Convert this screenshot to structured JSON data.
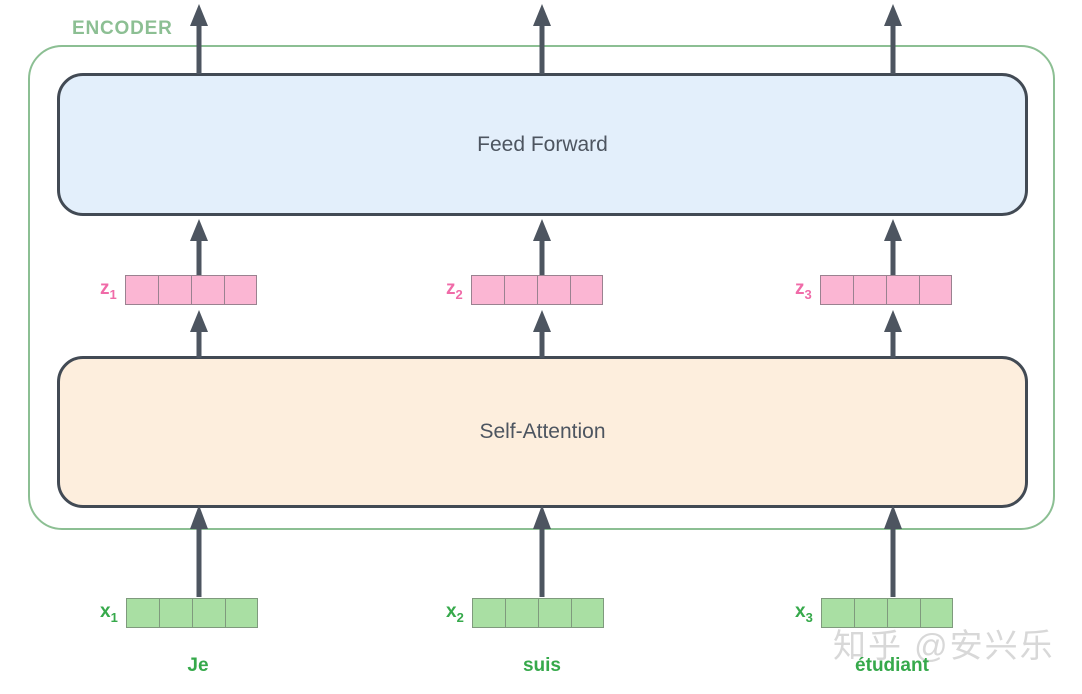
{
  "diagram": {
    "encoder_label": "ENCODER",
    "layers": {
      "feed_forward": "Feed Forward",
      "self_attention": "Self-Attention"
    },
    "z_vectors": [
      {
        "label": "z",
        "subscript": "1",
        "cells": 4
      },
      {
        "label": "z",
        "subscript": "2",
        "cells": 4
      },
      {
        "label": "z",
        "subscript": "3",
        "cells": 4
      }
    ],
    "x_vectors": [
      {
        "label": "x",
        "subscript": "1",
        "cells": 4
      },
      {
        "label": "x",
        "subscript": "2",
        "cells": 4
      },
      {
        "label": "x",
        "subscript": "3",
        "cells": 4
      }
    ],
    "words": [
      "Je",
      "suis",
      "étudiant"
    ],
    "colors": {
      "encoder_border": "#8cbf93",
      "encoder_label": "#8cbf93",
      "layer_border": "#424a54",
      "feed_forward_fill": "#e3effb",
      "self_attention_fill": "#fdeedd",
      "z_cell_fill": "#fbb6d3",
      "z_label": "#f06ba8",
      "x_cell_fill": "#a9dfa3",
      "x_label": "#36a94b",
      "word_text": "#36a94b",
      "arrow": "#4d5560",
      "watermark": "#d8d8d8"
    }
  },
  "watermark": {
    "text": "知乎 @安兴乐"
  }
}
